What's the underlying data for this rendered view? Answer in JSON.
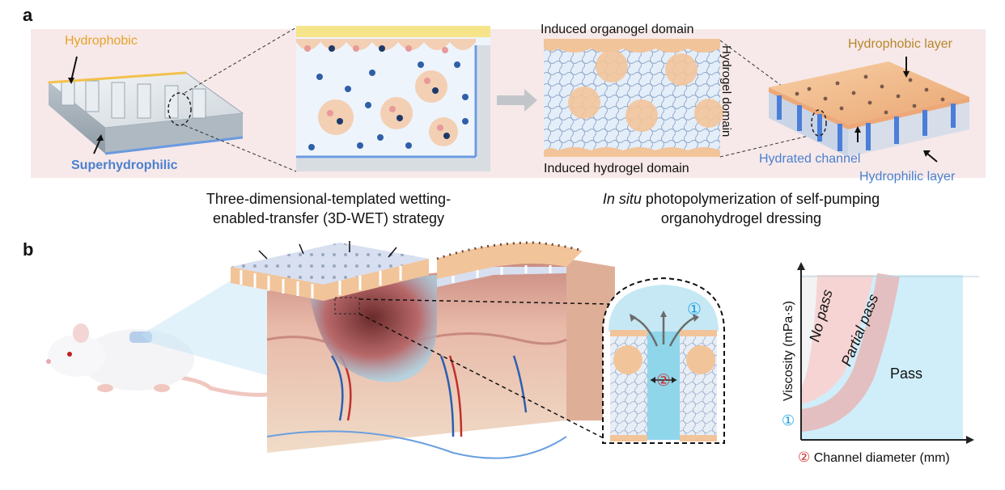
{
  "panel_a": {
    "label": "a",
    "hydrophobic": "Hydrophobic",
    "superhydrophilic": "Superhydrophilic",
    "induced_organogel": "Induced organogel domain",
    "hydrogel_domain": "Hydrogel domain",
    "induced_hydrogel": "Induced hydrogel domain",
    "hydrophobic_layer": "Hydrophobic layer",
    "hydrated_channel": "Hydrated channel",
    "hydrophilic_layer": "Hydrophilic layer",
    "caption_left_line1": "Three-dimensional-templated wetting-",
    "caption_left_line2": "enabled-transfer (3D-WET) strategy",
    "caption_right_italic": "In situ",
    "caption_right_line1": " photopolymerization of self-pumping",
    "caption_right_line2": "organohydrogel dressing"
  },
  "panel_b": {
    "label": "b",
    "marker_1": "①",
    "marker_2": "②",
    "ylabel": "Viscosity (mPa·s)",
    "xlabel": "Channel diameter (mm)",
    "region_no_pass": "No pass",
    "region_partial": "Partial pass",
    "region_pass": "Pass"
  },
  "colors": {
    "pink_bg": "#f6e4e4",
    "peach": "#f2c49a",
    "light_blue": "#a8e0f0",
    "navy": "#1e3a6a",
    "marker_blue": "#1aa0e0",
    "marker_red": "#d03030"
  }
}
